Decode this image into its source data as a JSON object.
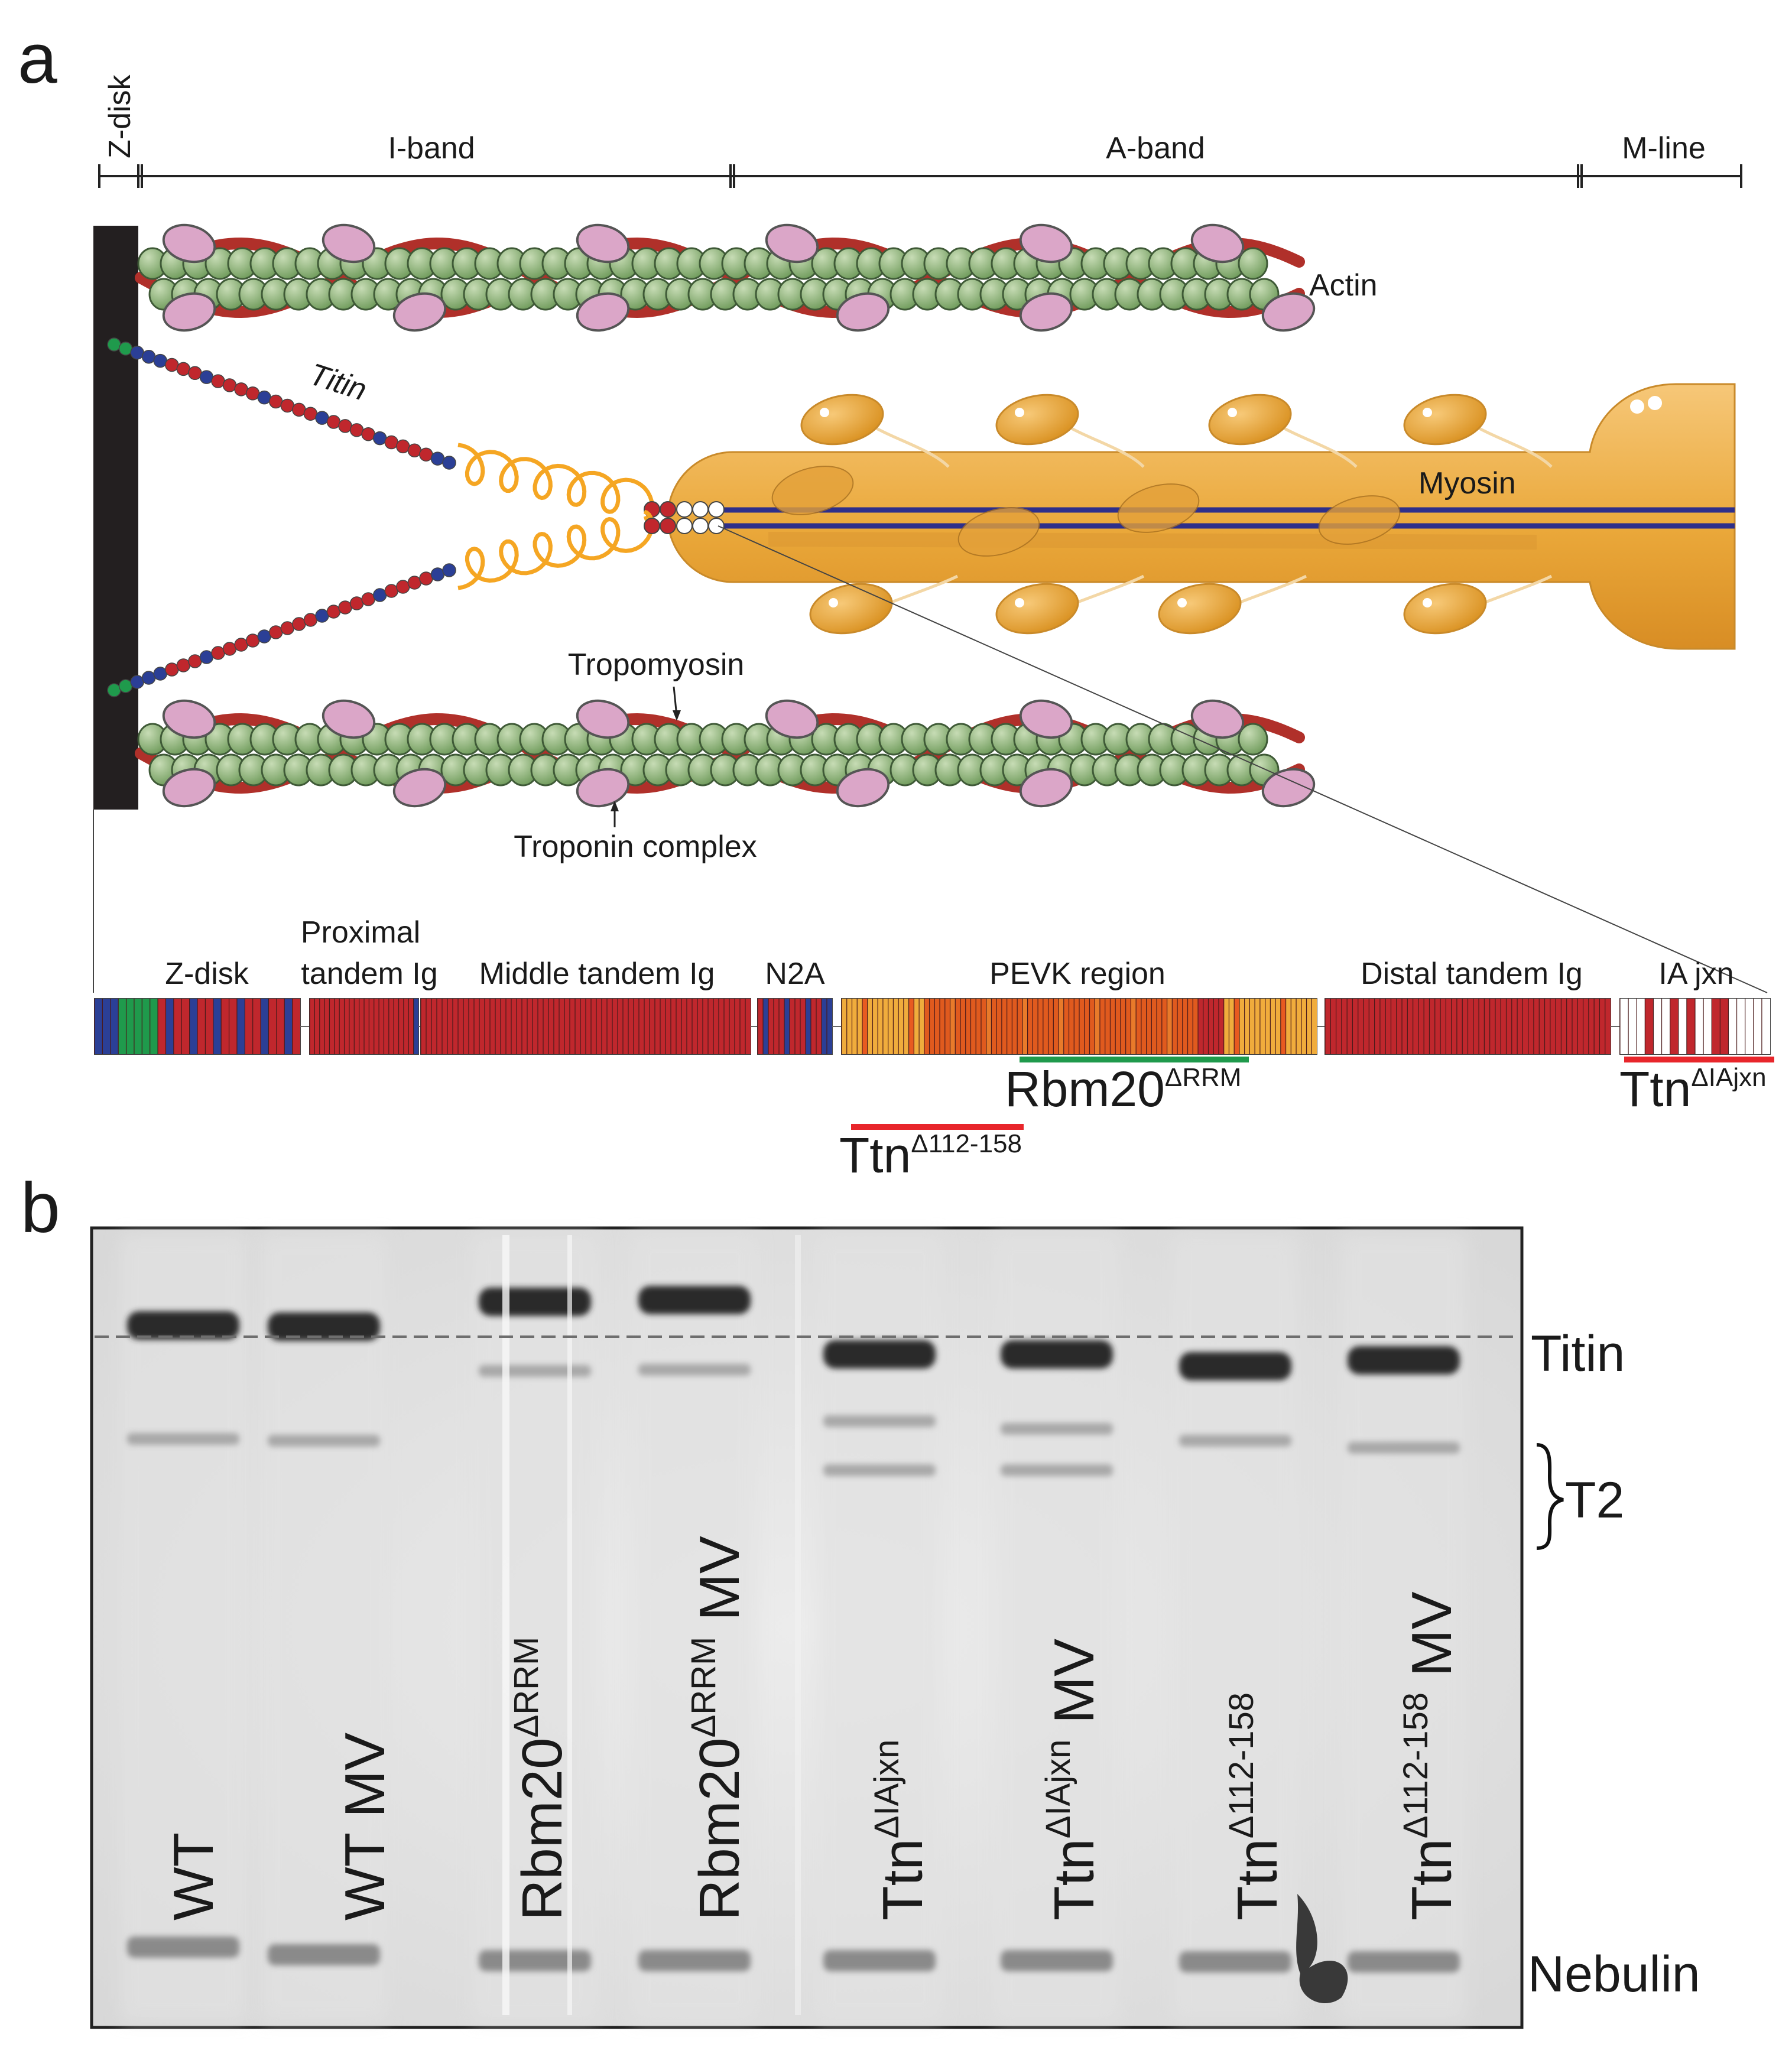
{
  "panel_a": {
    "letter": "a",
    "bands": {
      "zdisk": "Z-disk",
      "iband": "I-band",
      "aband": "A-band",
      "mline": "M-line"
    },
    "molecules": {
      "actin": "Actin",
      "titin": "Titin",
      "myosin": "Myosin",
      "tropomyosin": "Tropomyosin",
      "troponin": "Troponin complex"
    },
    "domains": {
      "zdisk": "Z-disk",
      "proximal_1": "Proximal",
      "proximal_2": "tandem Ig",
      "middle": "Middle tandem Ig",
      "n2a": "N2A",
      "pevk": "PEVK region",
      "distal": "Distal tandem Ig",
      "iajxn": "IA jxn"
    },
    "deletions": {
      "rbm20_base": "Rbm20",
      "rbm20_sup": "ΔRRM",
      "ttn_ia_base": "Ttn",
      "ttn_ia_sup": "ΔIAjxn",
      "ttn_112_base": "Ttn",
      "ttn_112_sup": "Δ112-158"
    },
    "colors": {
      "actin": "#7fa86a",
      "tropomyosin": "#b0302a",
      "troponin": "#dba6c8",
      "myosin": "#e9a93c",
      "ig": "#c0272d",
      "fn3_blue": "#2b3f96",
      "zdisk_green": "#1f9a4c",
      "pevk_orange": "#f0ac3c",
      "pevk_dark": "#e05a1e",
      "rbm20_bar": "#1f9a4c",
      "ttn_bar": "#e8262b"
    }
  },
  "panel_b": {
    "letter": "b",
    "lanes": [
      {
        "base": "WT",
        "sup": "",
        "suffix": ""
      },
      {
        "base": "WT MV",
        "sup": "",
        "suffix": ""
      },
      {
        "base": "Rbm20",
        "sup": "ΔRRM",
        "suffix": ""
      },
      {
        "base": "Rbm20",
        "sup": "ΔRRM",
        "suffix": " MV"
      },
      {
        "base": "Ttn",
        "sup": "ΔIAjxn",
        "suffix": ""
      },
      {
        "base": "Ttn",
        "sup": "ΔIAjxn",
        "suffix": " MV"
      },
      {
        "base": "Ttn",
        "sup": "Δ112-158",
        "suffix": ""
      },
      {
        "base": "Ttn",
        "sup": "Δ112-158",
        "suffix": " MV"
      }
    ],
    "band_labels": {
      "titin": "Titin",
      "t2": "T2",
      "nebulin": "Nebulin"
    }
  }
}
